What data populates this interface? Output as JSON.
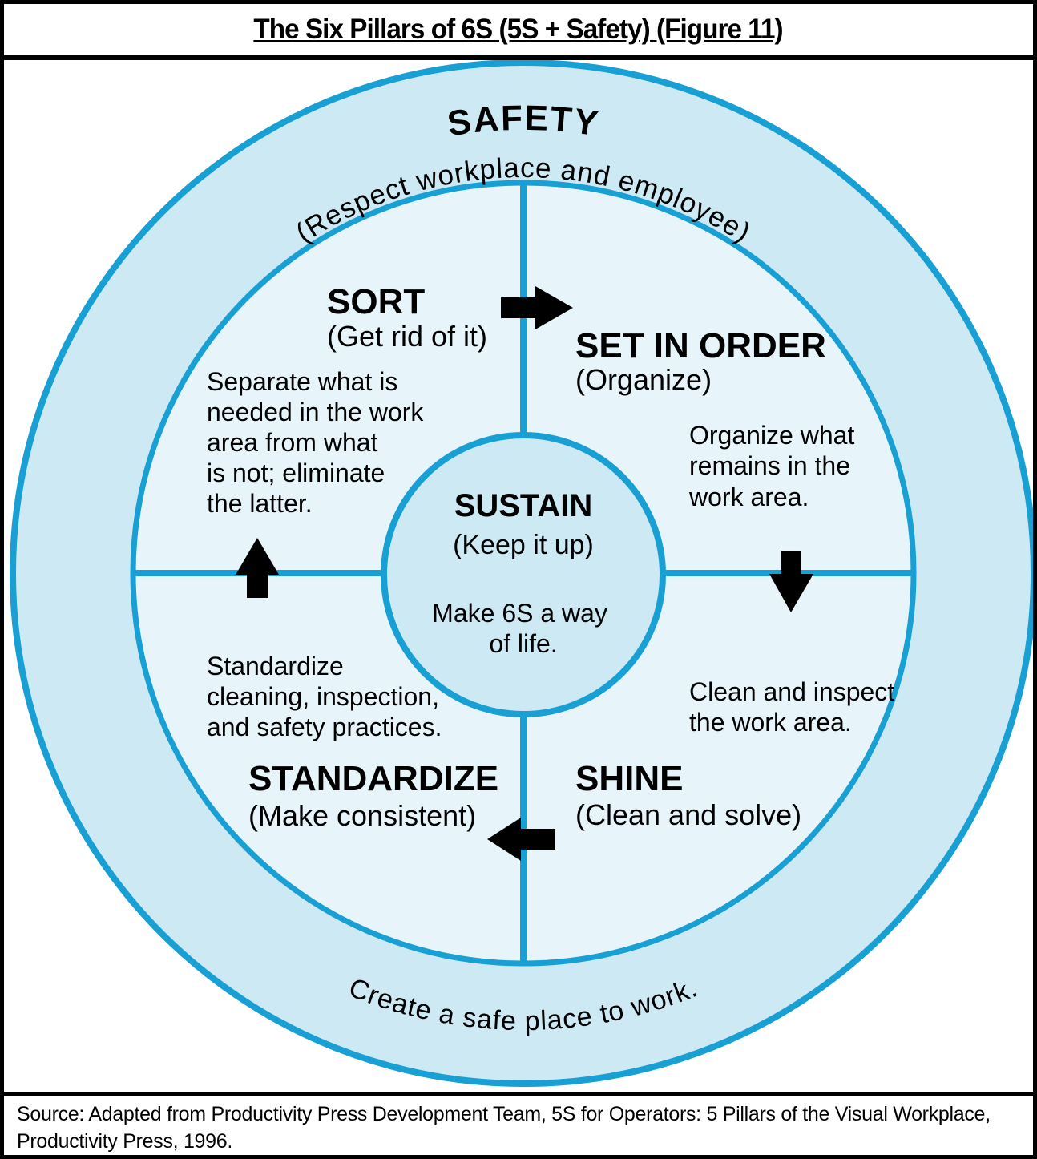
{
  "title": "The Six Pillars of 6S (5S + Safety) (Figure 11)",
  "colors": {
    "ring_fill": "#cde9f4",
    "quadrant_fill": "#e7f4fa",
    "line_stroke": "#189fd4",
    "arrow_fill": "#000000"
  },
  "outer_ring": {
    "top_label": "SAFETY",
    "top_sublabel": "(Respect workplace and employee)",
    "bottom_label": "Create a safe place to work."
  },
  "quadrants": [
    {
      "name": "SORT",
      "sub": "(Get rid of it)",
      "desc_lines": [
        "Separate what is",
        "needed in the work",
        "area from what",
        "is not; eliminate",
        "the latter."
      ]
    },
    {
      "name": "SET IN ORDER",
      "sub": "(Organize)",
      "desc_lines": [
        "Organize what",
        "remains in the",
        "work area."
      ]
    },
    {
      "name": "SHINE",
      "sub": "(Clean and solve)",
      "desc_lines": [
        "Clean and inspect",
        "the work area."
      ]
    },
    {
      "name": "STANDARDIZE",
      "sub": "(Make consistent)",
      "desc_lines": [
        "Standardize",
        "cleaning, inspection,",
        "and safety practices."
      ]
    }
  ],
  "center": {
    "name": "SUSTAIN",
    "sub": "(Keep it up)",
    "desc_lines": [
      "Make 6S a way",
      "of life."
    ]
  },
  "source": {
    "line1": "Source: Adapted from Productivity Press Development Team, 5S for Operators: 5 Pillars of the Visual Workplace,",
    "line2": "Productivity Press, 1996."
  }
}
